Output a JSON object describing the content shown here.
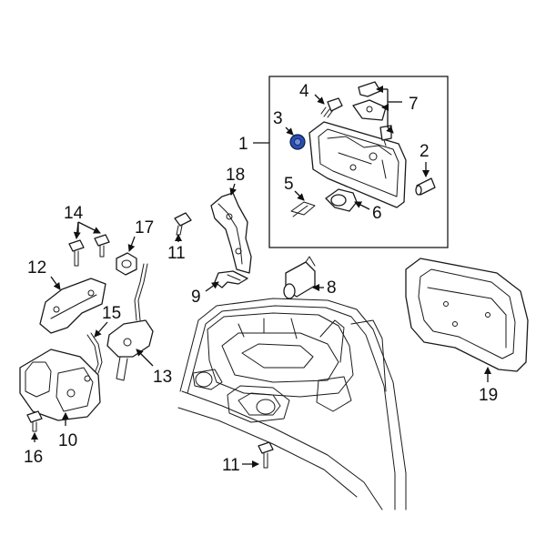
{
  "diagram": {
    "callouts": [
      {
        "id": "1",
        "text": "1"
      },
      {
        "id": "2",
        "text": "2"
      },
      {
        "id": "3",
        "text": "3"
      },
      {
        "id": "4",
        "text": "4"
      },
      {
        "id": "5",
        "text": "5"
      },
      {
        "id": "6",
        "text": "6"
      },
      {
        "id": "7",
        "text": "7"
      },
      {
        "id": "8",
        "text": "8"
      },
      {
        "id": "9",
        "text": "9"
      },
      {
        "id": "10",
        "text": "10"
      },
      {
        "id": "11a",
        "text": "11"
      },
      {
        "id": "11b",
        "text": "11"
      },
      {
        "id": "12",
        "text": "12"
      },
      {
        "id": "13",
        "text": "13"
      },
      {
        "id": "14",
        "text": "14"
      },
      {
        "id": "15",
        "text": "15"
      },
      {
        "id": "16",
        "text": "16"
      },
      {
        "id": "17",
        "text": "17"
      },
      {
        "id": "18",
        "text": "18"
      },
      {
        "id": "19",
        "text": "19"
      }
    ],
    "highlight_part": "3",
    "colors": {
      "highlight": "#2b4fb0",
      "line": "#1a1a1a",
      "background": "#ffffff"
    }
  }
}
